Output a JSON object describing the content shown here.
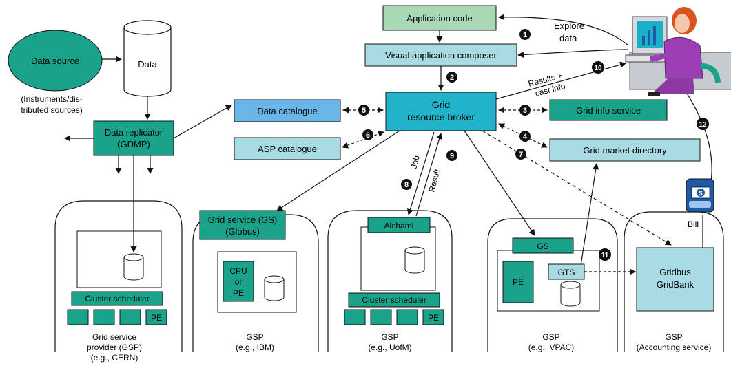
{
  "nodes": {
    "data_source": "Data source",
    "data_source_note_1": "(Instruments/dis-",
    "data_source_note_2": "tributed sources)",
    "data": "Data",
    "data_replicator_1": "Data replicator",
    "data_replicator_2": "(GDMP)",
    "data_catalogue": "Data catalogue",
    "asp_catalogue": "ASP catalogue",
    "application_code": "Application code",
    "visual_composer": "Visual application composer",
    "broker_1": "Grid",
    "broker_2": "resource broker",
    "grid_info_service": "Grid info service",
    "grid_market_directory": "Grid market directory",
    "grid_service_1": "Grid service (GS)",
    "grid_service_2": "(Globus)",
    "alchami": "Alchami",
    "cluster_scheduler": "Cluster scheduler",
    "cpu_1": "CPU",
    "cpu_2": "or",
    "cpu_3": "PE",
    "pe": "PE",
    "gs": "GS",
    "gts": "GTS",
    "gridbank_1": "Gridbus",
    "gridbank_2": "GridBank"
  },
  "edge_labels": {
    "explore_1": "Explore",
    "explore_2": "data",
    "results_1": "Results +",
    "results_2": "cast info",
    "job": "Job",
    "result": "Result",
    "bill": "Bill",
    "currency": "$"
  },
  "steps": [
    "1",
    "2",
    "3",
    "4",
    "5",
    "6",
    "7",
    "8",
    "9",
    "10",
    "11",
    "12"
  ],
  "gsp_labels": {
    "cern_1": "Grid service",
    "cern_2": "provider (GSP)",
    "cern_3": "(e.g., CERN)",
    "ibm_1": "GSP",
    "ibm_2": "(e.g., IBM)",
    "uofm_1": "GSP",
    "uofm_2": "(e.g., UofM)",
    "vpac_1": "GSP",
    "vpac_2": "(e.g., VPAC)",
    "acct_1": "GSP",
    "acct_2": "(Accounting service)"
  },
  "colors": {
    "teal": "#1aa38a",
    "teal_dark": "#0f7f6a",
    "cyan": "#21b3c9",
    "light_cyan": "#a9dbe3",
    "light_green": "#a8d8b6",
    "blue_light": "#6bb6e8"
  }
}
